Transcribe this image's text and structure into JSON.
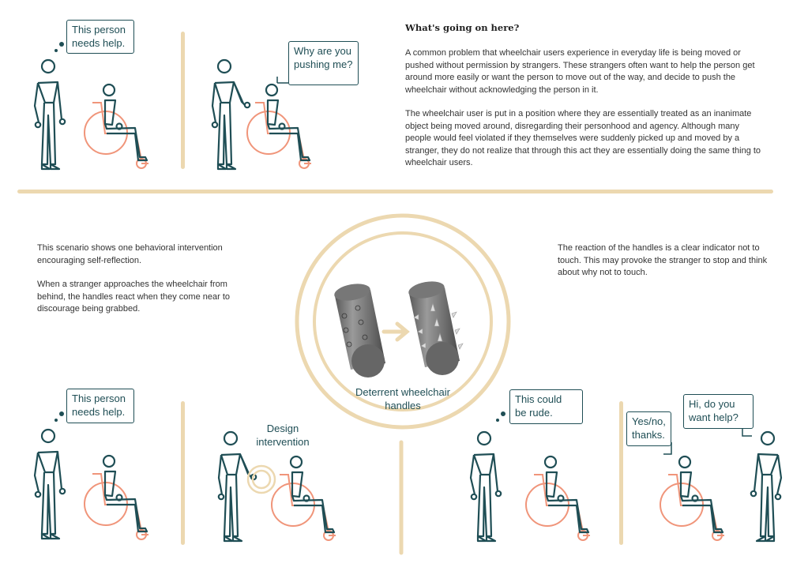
{
  "colors": {
    "figure": "#1f4e55",
    "wheelchair": "#f0957a",
    "accent": "#ecd8b0"
  },
  "top_panels": {
    "panel1_bubble": "This person\nneeds help.",
    "panel2_bubble": "Why are you\npushing me?"
  },
  "explanation": {
    "title": "What's going on here?",
    "paragraph1": "A common problem that wheelchair users experience in everyday life is being moved or pushed without permission by strangers. These strangers often want to help the person get around more easily or want the person to move out of the way, and decide to push the wheelchair without acknowledging the person in it.",
    "paragraph2": "The wheelchair user is put in a position where they are essentially treated as an inanimate object being moved around, disregarding their personhood and agency. Although many people would feel violated if they themselves were suddenly picked up and moved by a stranger, they do not realize that through this act they are essentially doing the same thing to wheelchair users."
  },
  "scenario": {
    "paragraph1": "This scenario shows one behavioral intervention encouraging self-reflection.",
    "paragraph2": "When a stranger approaches the wheelchair from behind, the handles react when they come near to discourage being grabbed.",
    "reaction": "The reaction of the handles is a clear indicator not to touch. This may provoke the stranger to stop and think about why not to touch.",
    "center_caption": "Deterrent wheelchair\nhandles"
  },
  "bottom_panels": {
    "panel1_bubble": "This person\nneeds help.",
    "panel2_label": "Design\nintervention",
    "panel3_bubble": "This could\nbe rude.",
    "panel4_bubble_user": "Yes/no,\nthanks.",
    "panel4_bubble_stranger": "Hi, do you\nwant help?"
  }
}
